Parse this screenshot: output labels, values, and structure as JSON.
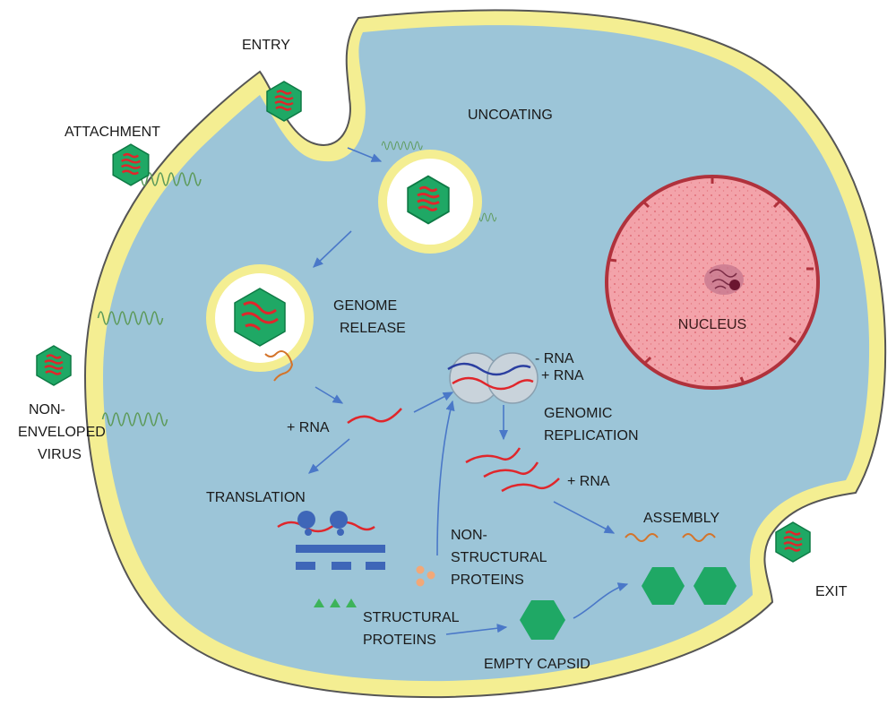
{
  "labels": {
    "entry": "ENTRY",
    "attachment": "ATTACHMENT",
    "uncoating": "UNCOATING",
    "genome_release": [
      "GENOME",
      "RELEASE"
    ],
    "nucleus": "NUCLEUS",
    "non_enveloped_virus": [
      "NON-",
      "ENVELOPED",
      "VIRUS"
    ],
    "minus_rna": "- RNA",
    "plus_rna_complex": "+ RNA",
    "plus_rna_left": "+ RNA",
    "plus_rna_right": "+ RNA",
    "genomic_replication": [
      "GENOMIC",
      "REPLICATION"
    ],
    "translation": "TRANSLATION",
    "non_structural_proteins": [
      "NON-",
      "STRUCTURAL",
      "PROTEINS"
    ],
    "structural_proteins": [
      "STRUCTURAL",
      "PROTEINS"
    ],
    "assembly": "ASSEMBLY",
    "empty_capsid": "EMPTY CAPSID",
    "exit": "EXIT"
  },
  "colors": {
    "cytoplasm": "#9cc5d8",
    "membrane": "#f4ee92",
    "membrane_edge": "#555555",
    "capsid": "#1fa865",
    "rna_plus": "#e0262b",
    "rna_minus": "#2b3fa0",
    "arrow": "#4a78c8",
    "nucleus_fill": "#f3a3aa",
    "nucleus_edge": "#b0323c",
    "ribosome": "#3e66b8",
    "protein_bar": "#3e66b8",
    "nonstructural_dots": "#f2a878",
    "structural_triangles": "#3db35a"
  }
}
